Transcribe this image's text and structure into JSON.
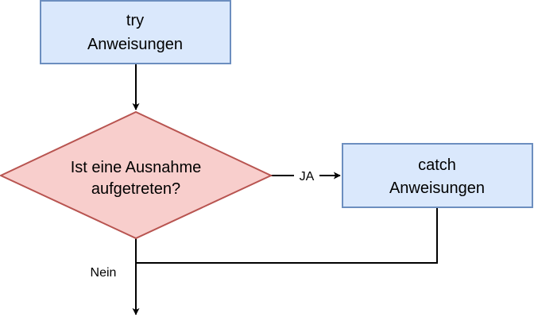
{
  "diagram": {
    "try_box": {
      "line1": "try",
      "line2": "Anweisungen"
    },
    "decision": {
      "line1": "Ist eine Ausnahme",
      "line2": "aufgetreten?"
    },
    "catch_box": {
      "line1": "catch",
      "line2": "Anweisungen"
    },
    "edge_yes_label": "JA",
    "edge_no_label": "Nein"
  },
  "colors": {
    "process_fill": "#dae8fc",
    "process_stroke": "#6c8ebf",
    "decision_fill": "#f8cecc",
    "decision_stroke": "#b85450",
    "edge": "#000000"
  }
}
